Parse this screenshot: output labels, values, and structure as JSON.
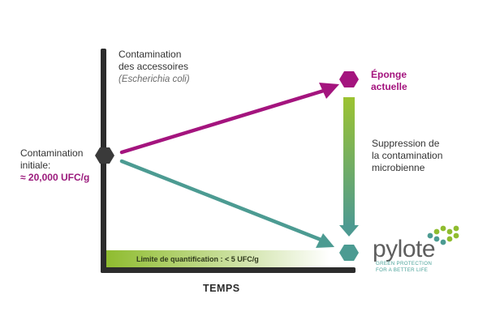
{
  "y_axis": {
    "title_lines": [
      "Contamination",
      "des accessoires"
    ],
    "subtitle": "(Escherichia coli)"
  },
  "x_axis": {
    "label": "TEMPS"
  },
  "initial": {
    "lines": [
      "Contamination",
      "initiale:"
    ],
    "value": "≈ 20,000 UFC/g"
  },
  "current_sponge": {
    "lines": [
      "Éponge",
      "actuelle"
    ]
  },
  "suppression": {
    "lines": [
      "Suppression de",
      "la contamination",
      "microbienne"
    ]
  },
  "limit": {
    "text": "Limite de quantification : < 5 UFC/g"
  },
  "brand": {
    "name": "pylote",
    "tagline_lines": [
      "GREEN PROTECTION",
      "FOR A BETTER LIFE"
    ]
  },
  "colors": {
    "magenta": "#a4147e",
    "teal": "#4c9b92",
    "green": "#8fbc2f",
    "axis": "#2c2c2c"
  },
  "icons": {
    "start_marker": "hexagon",
    "end_markers": "hexagon",
    "logo": "hexagon-cluster"
  }
}
